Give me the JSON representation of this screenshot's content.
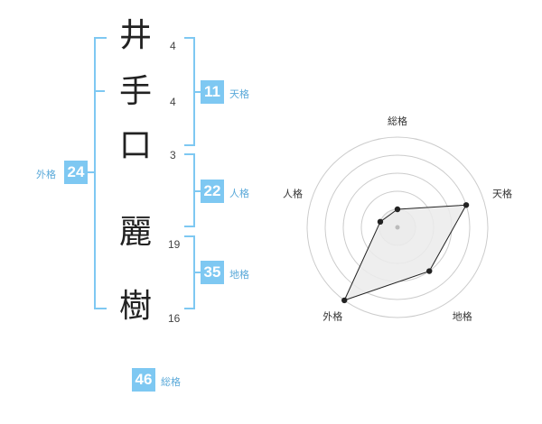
{
  "name_chars": [
    {
      "char": "井",
      "strokes": "4"
    },
    {
      "char": "手",
      "strokes": "4"
    },
    {
      "char": "口",
      "strokes": "3"
    },
    {
      "char": "麗",
      "strokes": "19"
    },
    {
      "char": "樹",
      "strokes": "16"
    }
  ],
  "fortunes": {
    "tenkaku": {
      "value": "11",
      "label": "天格"
    },
    "jinkaku": {
      "value": "22",
      "label": "人格"
    },
    "chikaku": {
      "value": "35",
      "label": "地格"
    },
    "gaikaku": {
      "value": "24",
      "label": "外格"
    },
    "soukaku": {
      "value": "46",
      "label": "総格"
    }
  },
  "chart_data": {
    "type": "radar",
    "axes": [
      "総格",
      "天格",
      "地格",
      "外格",
      "人格"
    ],
    "values": [
      1,
      4,
      3,
      5,
      1
    ],
    "max": 5,
    "rings": 5,
    "colors": {
      "fill": "#ebebeb",
      "line": "#222222",
      "grid": "#cccccc",
      "accent": "#7ec8f2"
    }
  }
}
